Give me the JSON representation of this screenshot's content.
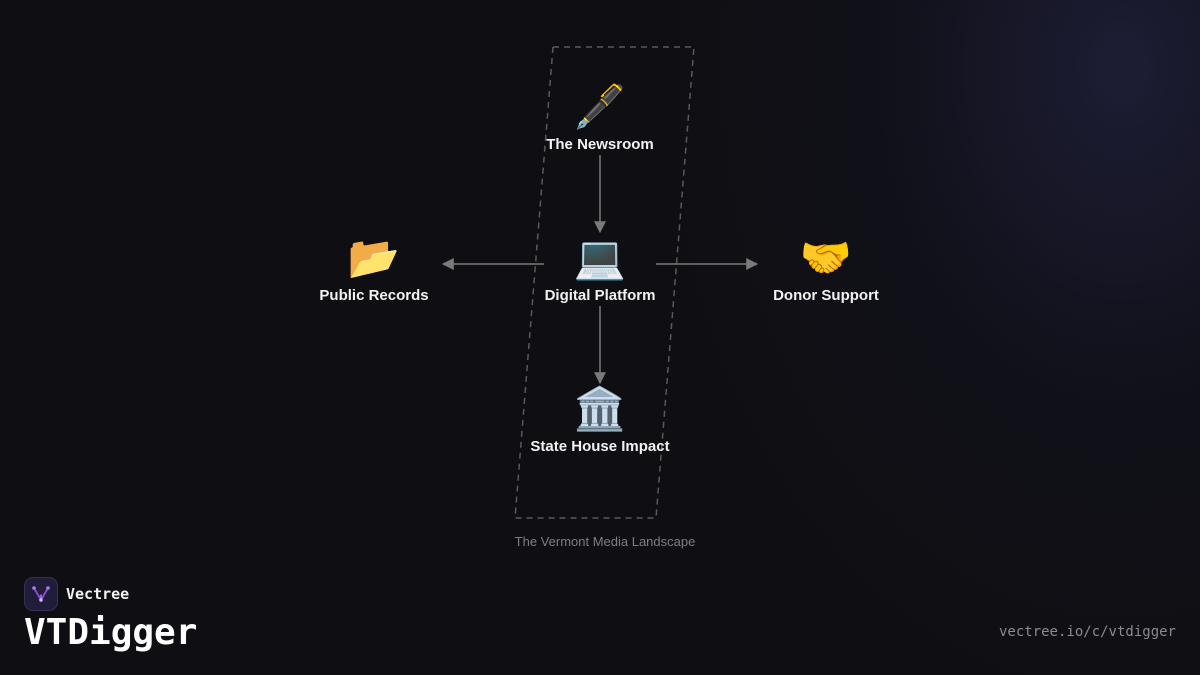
{
  "diagram": {
    "group_caption": "The Vermont Media Landscape",
    "nodes": {
      "newsroom": {
        "label": "The Newsroom",
        "icon": "fountain-pen-icon",
        "glyph": "🖋️"
      },
      "platform": {
        "label": "Digital Platform",
        "icon": "laptop-icon",
        "glyph": "💻"
      },
      "records": {
        "label": "Public Records",
        "icon": "open-folder-icon",
        "glyph": "📂"
      },
      "donors": {
        "label": "Donor Support",
        "icon": "handshake-icon",
        "glyph": "🤝"
      },
      "statehouse": {
        "label": "State House Impact",
        "icon": "classical-building-icon",
        "glyph": "🏛️"
      }
    },
    "edges": [
      {
        "from": "The Newsroom",
        "to": "Digital Platform"
      },
      {
        "from": "Digital Platform",
        "to": "Public Records"
      },
      {
        "from": "Digital Platform",
        "to": "Donor Support"
      },
      {
        "from": "Digital Platform",
        "to": "State House Impact"
      }
    ],
    "colors": {
      "background": "#0f0f13",
      "edge": "#7a7a7a",
      "group_border": "#5a5a5a",
      "label": "#f2f2f2",
      "caption": "#7d7d86"
    }
  },
  "brand": {
    "name": "Vectree",
    "logo_icon": "vectree-logo-icon",
    "accent": "#8a4fd6"
  },
  "page": {
    "title": "VTDigger",
    "url": "vectree.io/c/vtdigger"
  }
}
